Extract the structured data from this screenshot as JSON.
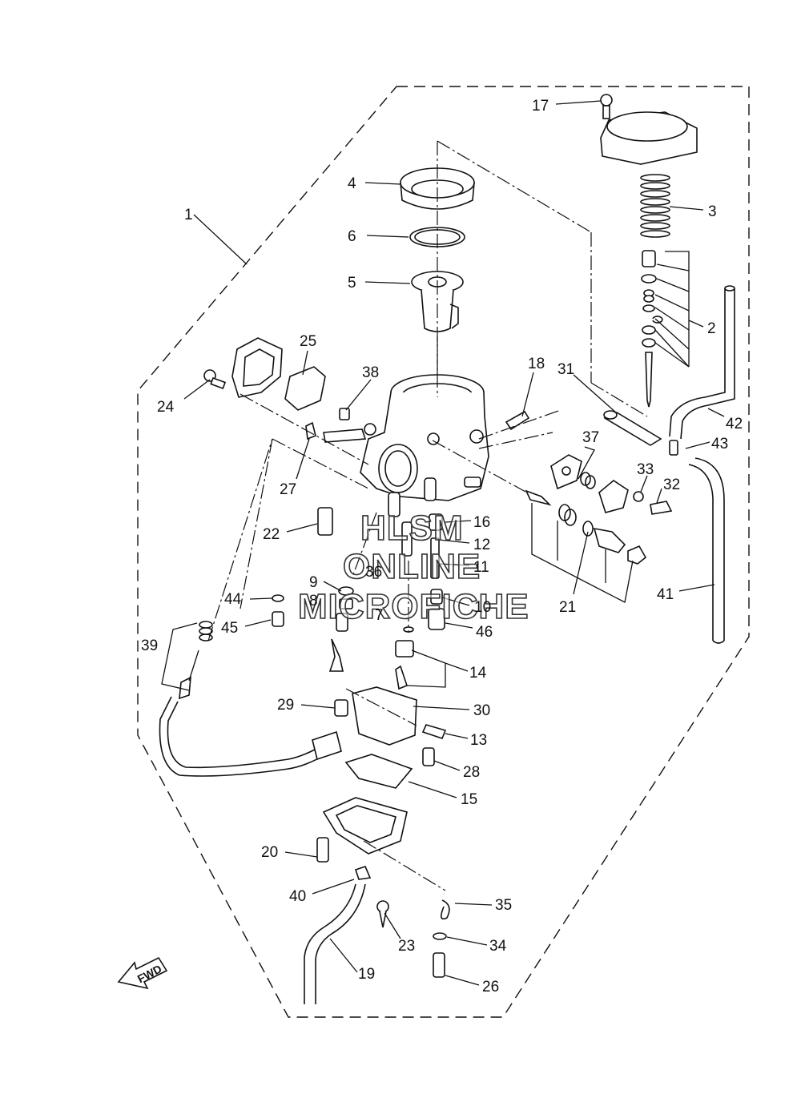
{
  "callouts": [
    "1",
    "2",
    "3",
    "4",
    "5",
    "6",
    "7",
    "8",
    "9",
    "10",
    "11",
    "12",
    "13",
    "14",
    "15",
    "16",
    "17",
    "18",
    "19",
    "20",
    "21",
    "22",
    "23",
    "24",
    "25",
    "26",
    "27",
    "28",
    "29",
    "30",
    "31",
    "32",
    "33",
    "34",
    "35",
    "36",
    "37",
    "38",
    "39",
    "40",
    "41",
    "42",
    "43",
    "44",
    "45",
    "46"
  ],
  "watermark": {
    "line1": "HLSM",
    "line2": "ONLINE",
    "line3": "MICROFICHE"
  },
  "fwd_label": "FWD",
  "colors": {
    "ink": "#111111",
    "background": "#ffffff"
  }
}
